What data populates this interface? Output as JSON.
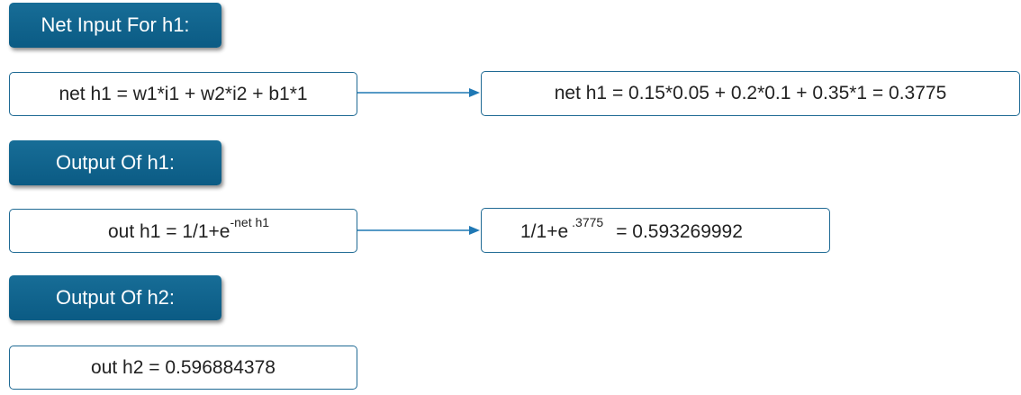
{
  "sections": [
    {
      "header": "Net Input For h1:",
      "formula": {
        "text": "net h1 = w1*i1 + w2*i2 + b1*1"
      },
      "result": {
        "text": "net h1 = 0.15*0.05 + 0.2*0.1 + 0.35*1 = 0.3775"
      }
    },
    {
      "header": "Output Of h1:",
      "formula": {
        "base": "out h1 = 1/1+e",
        "sup": "-net h1"
      },
      "result": {
        "base": "1/1+e",
        "sup": ".3775",
        "tail": "= 0.593269992"
      }
    },
    {
      "header": "Output Of h2:",
      "formula": {
        "text": "out h2 = 0.596884378"
      }
    }
  ],
  "colors": {
    "header_fill": "#0b5b84",
    "box_border": "#1f6a94",
    "arrow": "#1f78b4"
  }
}
